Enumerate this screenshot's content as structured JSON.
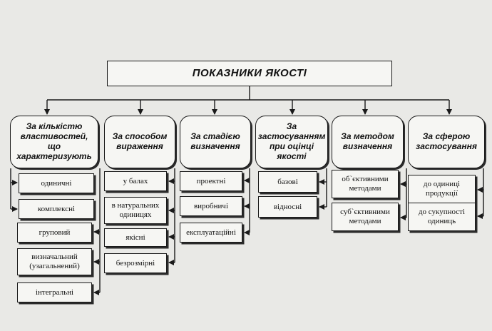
{
  "root": {
    "label": "ПОКАЗНИКИ ЯКОСТІ"
  },
  "categories": [
    {
      "label": "За кількістю властивостей, що характеризують",
      "items": [
        "одиничні",
        "комплексні",
        "груповий",
        "визначальний (узагальнений)",
        "інтегральні"
      ]
    },
    {
      "label": "За способом вираження",
      "items": [
        "у балах",
        "в натуральних одиницях",
        "якісні",
        "безрозмірні"
      ]
    },
    {
      "label": "За стадією визначення",
      "items": [
        "проектні",
        "виробничі",
        "експлуатаційні"
      ]
    },
    {
      "label": "За застосуванням при оцінці якості",
      "items": [
        "базові",
        "відносні"
      ]
    },
    {
      "label": "За методом визначення",
      "items": [
        "об`єктивними методами",
        "суб`єктивними методами"
      ]
    },
    {
      "label": "За сферою застосування",
      "items": [
        "до одиниці продукції",
        "до сукупності одиниць"
      ]
    }
  ]
}
